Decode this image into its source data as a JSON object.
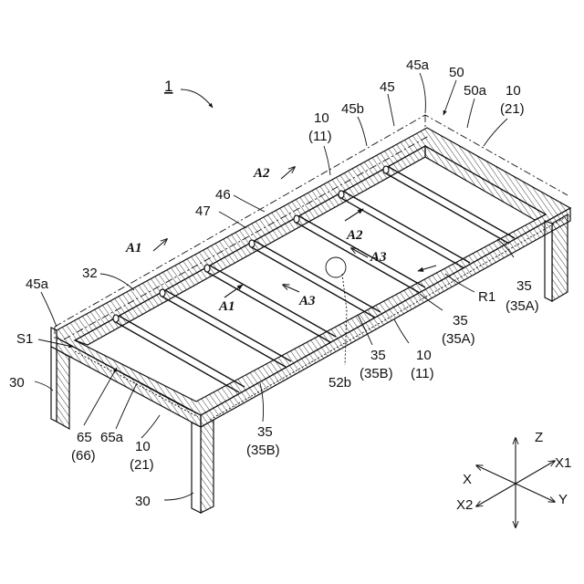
{
  "figure_number": "1",
  "labels": {
    "l45a_top": "45a",
    "l50": "50",
    "l50a": "50a",
    "l10_tr": "10",
    "l21_tr": "(21)",
    "l45": "45",
    "l45b": "45b",
    "l10_top": "10",
    "l11_top": "(11)",
    "l46": "46",
    "l47": "47",
    "l32": "32",
    "l45a_left": "45a",
    "lS1": "S1",
    "l30_left": "30",
    "l65": "65",
    "l66": "(66)",
    "l65a": "65a",
    "l10_bl": "10",
    "l21_bl": "(21)",
    "l30_bottom": "30",
    "l35_b1": "35",
    "l35B_b1": "(35B)",
    "l35_m": "35",
    "l35B_m": "(35B)",
    "l52b": "52b",
    "l10_mr": "10",
    "l11_mr": "(11)",
    "l35_r1": "35",
    "l35A_r1": "(35A)",
    "l35_r2": "35",
    "l35A_r2": "(35A)",
    "lR1": "R1"
  },
  "flow_arrows": {
    "a2_top": "A2",
    "a1_left": "A1",
    "a2_inner": "A2",
    "a3_inner": "A3",
    "a1_inner": "A1",
    "a3_lower": "A3"
  },
  "axes": {
    "z": "Z",
    "x1": "X1",
    "x": "X",
    "y": "Y",
    "x2": "X2"
  }
}
